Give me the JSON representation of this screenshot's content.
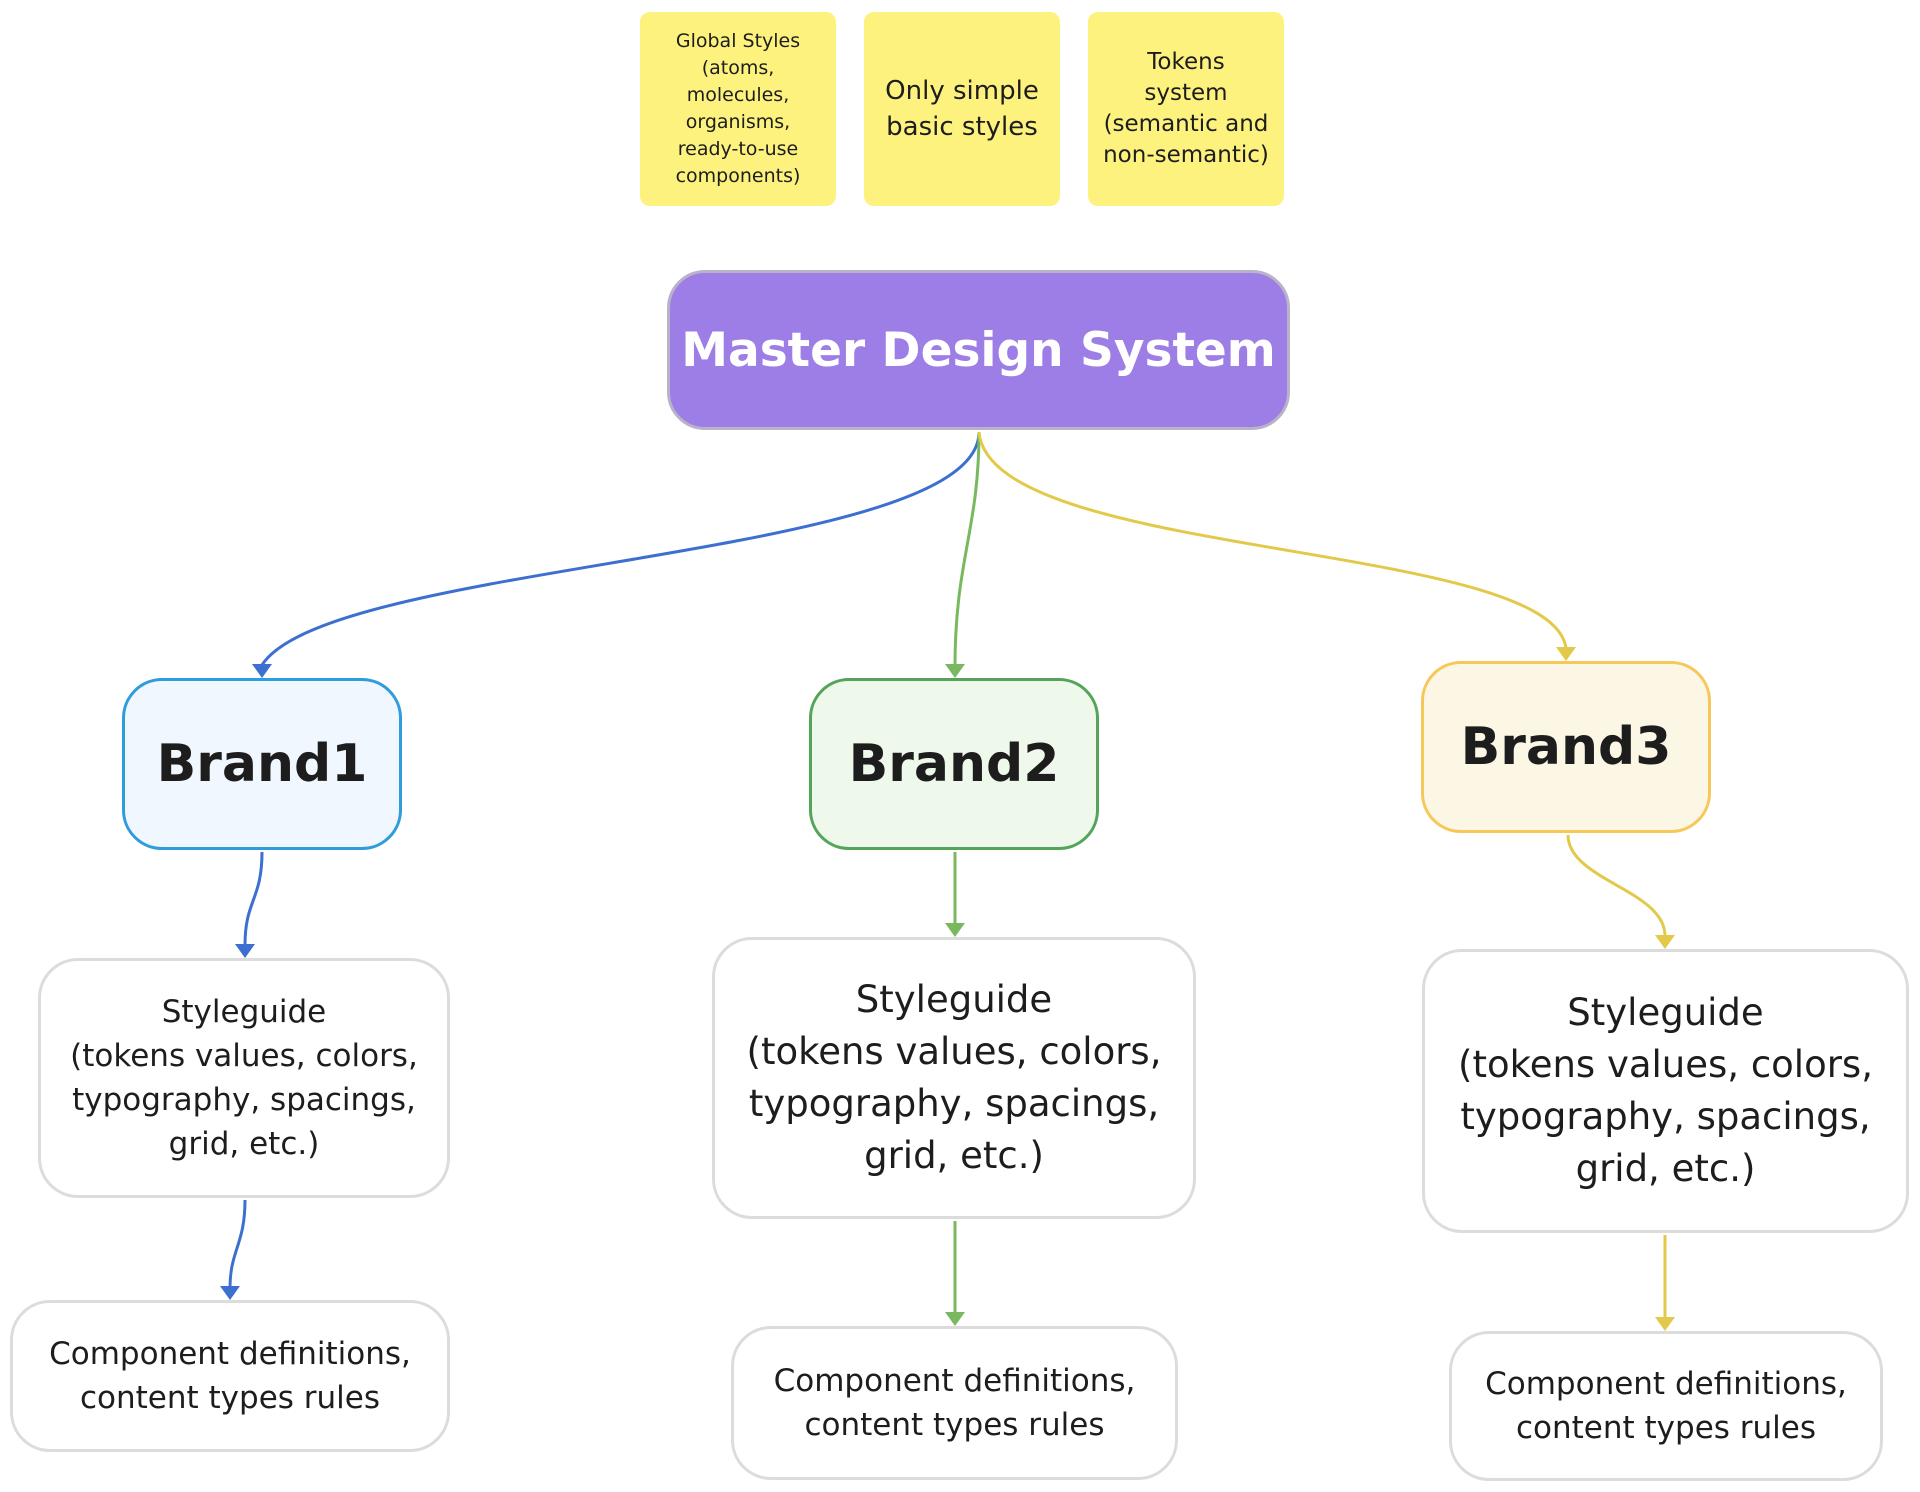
{
  "notes": [
    {
      "text": "Global Styles\n(atoms,\nmolecules,\norganisms,\nready-to-use\ncomponents)"
    },
    {
      "text": "Only simple\nbasic styles"
    },
    {
      "text": "Tokens\nsystem\n(semantic and\nnon-semantic)"
    }
  ],
  "master": {
    "label": "Master Design System"
  },
  "brands": [
    {
      "label": "Brand1",
      "color": "#3c6fd0",
      "styleguide": "Styleguide\n(tokens values, colors,\ntypography, spacings,\ngrid, etc.)",
      "components": "Component definitions,\ncontent types rules"
    },
    {
      "label": "Brand2",
      "color": "#7ab85f",
      "styleguide": "Styleguide\n(tokens values, colors,\ntypography, spacings,\ngrid, etc.)",
      "components": "Component definitions,\ncontent types rules"
    },
    {
      "label": "Brand3",
      "color": "#e2c94a",
      "styleguide": "Styleguide\n(tokens values, colors,\ntypography, spacings,\ngrid, etc.)",
      "components": "Component definitions,\ncontent types rules"
    }
  ]
}
